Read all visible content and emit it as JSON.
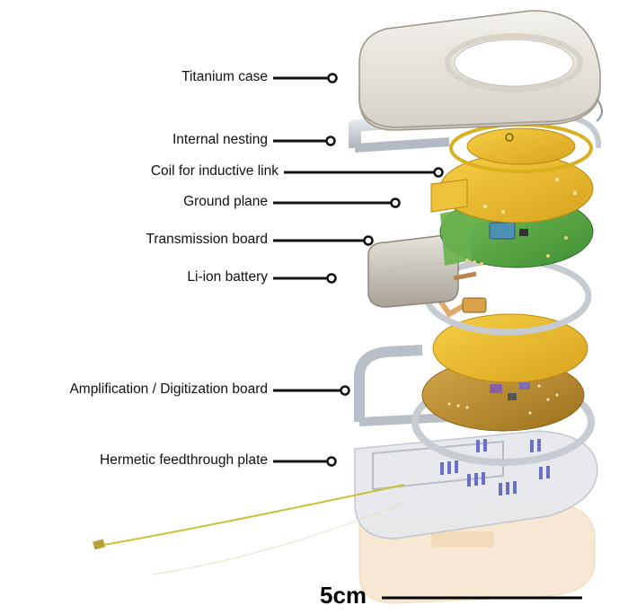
{
  "labels": [
    {
      "id": "titanium-case",
      "text": "Titanium case"
    },
    {
      "id": "internal-nesting",
      "text": "Internal nesting"
    },
    {
      "id": "coil",
      "text": "Coil for inductive link"
    },
    {
      "id": "ground-plane",
      "text": "Ground plane"
    },
    {
      "id": "transmission-board",
      "text": "Transmission board"
    },
    {
      "id": "li-ion-battery",
      "text": "Li-ion battery"
    },
    {
      "id": "amp-digitization-board",
      "text": "Amplification / Digitization board"
    },
    {
      "id": "feedthrough-plate",
      "text": "Hermetic feedthrough plate"
    }
  ],
  "scale_bar": {
    "text": "5cm"
  },
  "colors": {
    "case": "#e4e0d9",
    "case_shadow": "#b7b1a8",
    "metal": "#c7ccd2",
    "gold": "#e9b92a",
    "green_board": "#5aa845",
    "brown_board": "#b8892c",
    "plate": "#d9dde2",
    "peach": "#f6e3c8",
    "line": "#111111"
  }
}
